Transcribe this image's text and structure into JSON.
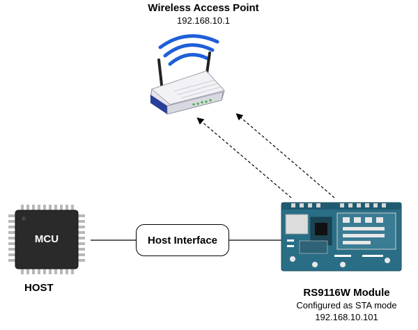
{
  "access_point": {
    "title": "Wireless Access Point",
    "ip": "192.168.10.1"
  },
  "host": {
    "chip_label": "MCU",
    "label": "HOST"
  },
  "interface": {
    "label": "Host Interface"
  },
  "module": {
    "title": "RS9116W Module",
    "description": "Configured as STA mode",
    "ip": "192.168.10.101"
  },
  "colors": {
    "chip_body": "#2a2a2a",
    "chip_pins": "#b8b8b8",
    "router_body": "#e4e4ea",
    "router_stripe": "#2a3f9a",
    "wifi_waves": "#1e5fd8",
    "board_pcb": "#2a6e86"
  }
}
